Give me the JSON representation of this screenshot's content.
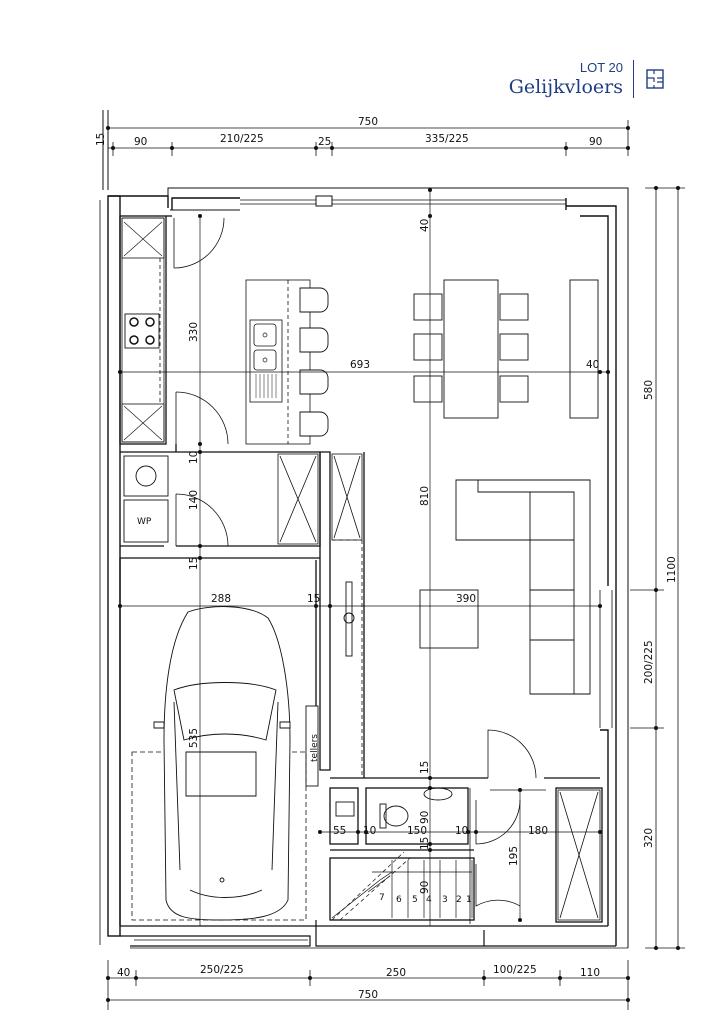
{
  "header": {
    "lot": "LOT 20",
    "level": "Gelijkvloers"
  },
  "icons": {
    "floorplan": "floorplan-icon"
  },
  "colors": {
    "brand": "#1f3f82"
  },
  "labels": {
    "wp": "WP",
    "tellers": "tellers"
  },
  "dimensions": {
    "top_total": "750",
    "top_left_small": "15",
    "top_90_left": "90",
    "top_210": "210/225",
    "top_25": "25",
    "top_335": "335/225",
    "top_90_right": "90",
    "right_580": "580",
    "right_1100": "1100",
    "right_200": "200/225",
    "right_320": "320",
    "bottom_40": "40",
    "bottom_250a": "250/225",
    "bottom_250": "250",
    "bottom_100": "100/225",
    "bottom_110": "110",
    "bottom_total": "750",
    "int_40_top": "40",
    "int_330": "330",
    "int_693": "693",
    "int_40_right": "40",
    "int_10": "10",
    "int_140": "140",
    "int_15_a": "15",
    "int_810": "810",
    "int_288": "288",
    "int_15_b": "15",
    "int_390": "390",
    "int_535": "535",
    "int_15_c": "15",
    "int_55": "55",
    "int_10_b": "10",
    "int_150": "150",
    "int_10_c": "10",
    "int_180": "180",
    "int_90_a": "90",
    "int_15_d": "15",
    "int_195": "195",
    "int_90_b": "90"
  },
  "stair_numbers": [
    "1",
    "2",
    "3",
    "4",
    "5",
    "6",
    "7"
  ]
}
